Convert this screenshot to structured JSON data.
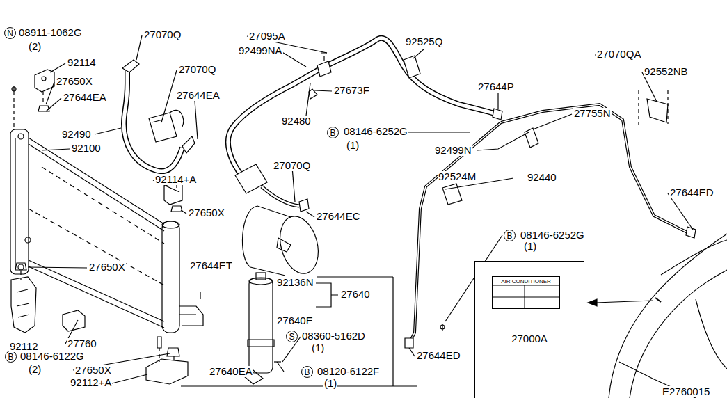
{
  "diagram": {
    "nodes": [
      {
        "text": [
          "N"
        ]
      },
      {
        "text": [
          "B"
        ]
      },
      {
        "text": [
          "B"
        ]
      },
      {
        "text": [
          "27000A"
        ]
      },
      {
        "text": [
          "AIR CONDITIONER"
        ],
        "in": 3
      },
      {
        "text": [
          "S"
        ]
      },
      {
        "text": [
          "B"
        ]
      },
      {
        "text": [
          "B"
        ]
      }
    ],
    "labels": [
      "08911-1062G",
      "(2)",
      "92114",
      "27650X",
      "27644EA",
      "92490",
      "92100",
      "27070Q",
      "27070Q",
      "27644EA",
      "92114+A",
      "27650X",
      "27650X",
      "27644ET",
      "92112",
      "27760",
      "08146-6122G",
      "(2)",
      "27650X",
      "92112+A",
      "27095A",
      "92499NA",
      "92480",
      "27673F",
      "92525Q",
      "27644P",
      "08146-6252G",
      "(1)",
      "27070Q",
      "27644EC",
      "92136N",
      "27640",
      "27640E",
      "08360-5162D",
      "(1)",
      "27640EA",
      "08120-6122F",
      "(1)",
      "27070QA",
      "92552NB",
      "27755N",
      "92499N",
      "92524M",
      "92440",
      "27644ED",
      "08146-6252G",
      "(1)",
      "27644ED",
      "E2760015"
    ]
  }
}
